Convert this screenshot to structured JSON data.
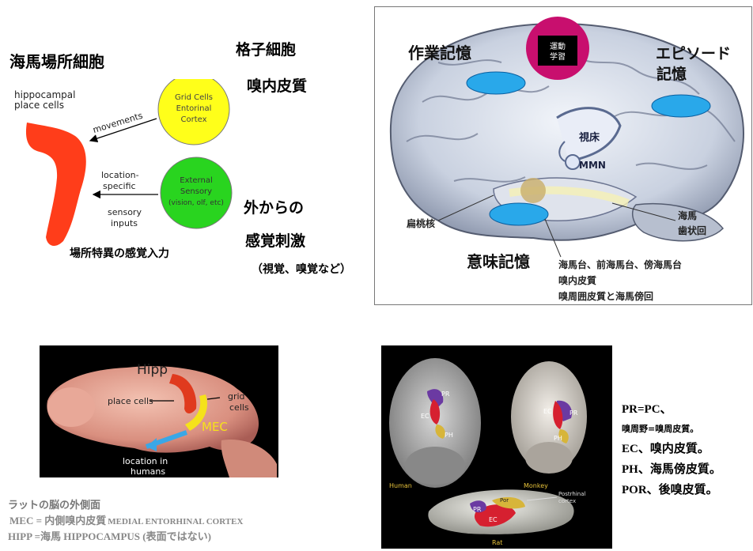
{
  "panel_place_cells": {
    "title": "海馬場所細胞",
    "grid_title": "格子細胞",
    "ec_title": "嗅内皮質",
    "hippocampal_line1": "hippocampal",
    "hippocampal_line2": "place cells",
    "movements": "movements",
    "grid_line1": "Grid Cells",
    "grid_line2": "Entorinal",
    "grid_line3": "Cortex",
    "location_line1": "location-",
    "location_line2": "specific",
    "sensory_line1": "sensory",
    "sensory_line2": "inputs",
    "external_line1": "External",
    "external_line2": "Sensory",
    "external_line3": "(vision, olf, etc)",
    "external_jp_1": "外からの",
    "external_jp_2": "感覚刺激",
    "external_jp_3": "（視覚、嗅覚など）",
    "place_specific": "場所特異の感覚入力"
  },
  "panel_brain": {
    "working_memory": "作業記憶",
    "motor_line1": "運動",
    "motor_line2": "学習",
    "episodic_line1": "エピソード",
    "episodic_line2": "記憶",
    "thalamus": "視床",
    "mmn": "MMN",
    "amygdala": "扁桃核",
    "hippo_line1": "海馬",
    "hippo_line2": "歯状回",
    "semantic": "意味記憶",
    "caption_line1": "海馬台、前海馬台、傍海馬台",
    "caption_line2": "嗅内皮質",
    "caption_line3": "嗅周囲皮質と海馬傍回"
  },
  "panel_rat": {
    "hipp": "Hipp",
    "place_cells": "place cells",
    "grid_line1": "grid",
    "grid_line2": "cells",
    "mec": "MEC",
    "loc_line1": "location in",
    "loc_line2": "humans",
    "caption_line1": "ラットの脳の外側面",
    "caption_line2a": "MEC = 内側嗅内皮質",
    "caption_line2b": "MEDIAL ENTORHINAL CORTEX",
    "caption_line3": "HIPP =海馬  HIPPOCAMPUS (表面ではない)"
  },
  "panel_species": {
    "human": "Human",
    "monkey": "Monkey",
    "rat": "Rat",
    "pr": "PR",
    "ec": "EC",
    "ph": "PH",
    "por": "Por",
    "postrhinal_line1": "Postrhinal",
    "postrhinal_line2": "cortex",
    "legend_1": "PR=PC、",
    "legend_2": "嗅周野=嗅周皮質。",
    "legend_3": "EC、嗅内皮質。",
    "legend_4": "PH、海馬傍皮質。",
    "legend_5": "POR、後嗅皮質。"
  }
}
